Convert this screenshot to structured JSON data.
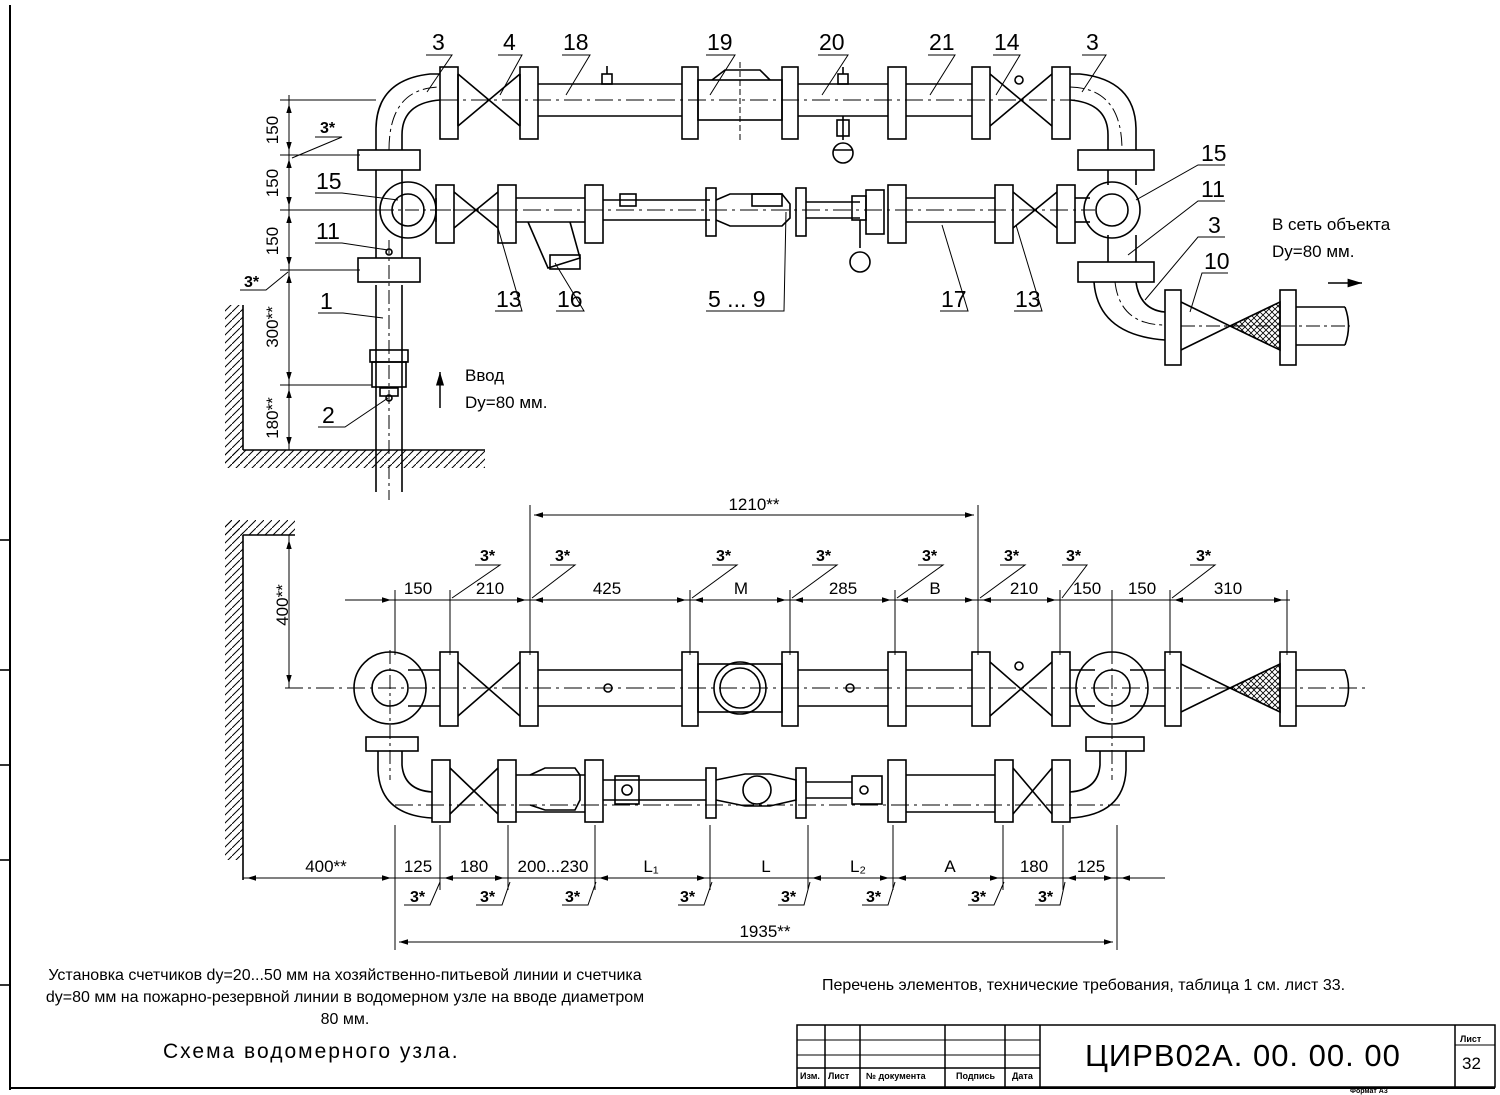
{
  "labels_top": {
    "p3a": "3",
    "p4": "4",
    "p18": "18",
    "p19": "19",
    "p20": "20",
    "p21": "21",
    "p14": "14",
    "p3b": "3",
    "p15l": "15",
    "p11l": "11",
    "p1": "1",
    "p2": "2",
    "p13a": "13",
    "p16": "16",
    "p5_9": "5 ... 9",
    "p17": "17",
    "p13b": "13",
    "p15r": "15",
    "p11r": "11",
    "p3r": "3",
    "p10": "10"
  },
  "vertical_dims": {
    "d1": "150",
    "d2": "150",
    "d3": "150",
    "d4": "300**",
    "d5": "180**",
    "d6": "400**"
  },
  "gap_marks": {
    "g1": "3*",
    "g2": "3*"
  },
  "entry": {
    "line1": "Ввод",
    "line2": "Dy=80 мм."
  },
  "exit": {
    "line1": "В сеть объекта",
    "line2": "Dy=80 мм."
  },
  "top_dims": {
    "overall": "1210**",
    "values": [
      "150",
      "210",
      "425",
      "M",
      "285",
      "B",
      "210",
      "150",
      "150",
      "310"
    ],
    "marks": [
      "3*",
      "3*",
      "3*",
      "3*",
      "3*",
      "3*",
      "3*",
      "3*"
    ]
  },
  "bottom_dims": {
    "values": [
      "400**",
      "125",
      "180",
      "200...230",
      "L₁",
      "L",
      "L₂",
      "A",
      "180",
      "125"
    ],
    "marks": [
      "3*",
      "3*",
      "3*",
      "3*",
      "3*",
      "3*",
      "3*",
      "3*"
    ],
    "overall": "1935**"
  },
  "caption_left": "Установка счетчиков dy=20...50 мм на хозяйственно-питьевой линии и счетчика dy=80 мм на пожарно-резервной линии в водомерном узле на вводе диаметром 80 мм.",
  "schema_title": "Схема водомерного узла.",
  "caption_right": "Перечень элементов, технические требования, таблица 1 см. лист 33.",
  "stamp": {
    "code": "ЦИРВ02А. 00. 00. 00",
    "sheet_label": "Лист",
    "sheet_number": "32",
    "cols": [
      "Изм.",
      "Лист",
      "№ документа",
      "Подпись",
      "Дата"
    ]
  },
  "format_note": "Формат А3"
}
